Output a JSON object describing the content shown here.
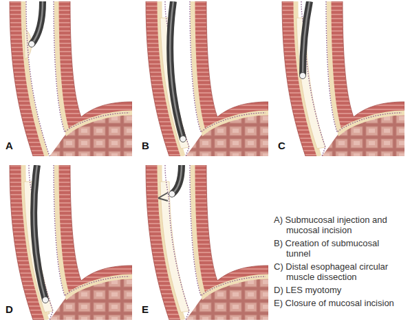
{
  "diagram": {
    "labels": [
      "A",
      "B",
      "C",
      "D",
      "E",
      "A) Submucosal injection and mucosal incision",
      "B) Creation of submucosal tunnel",
      "C) Distal esophageal circular muscle dissection",
      "D) LES myotomy",
      "E) Closure of mucosal incision"
    ]
  }
}
